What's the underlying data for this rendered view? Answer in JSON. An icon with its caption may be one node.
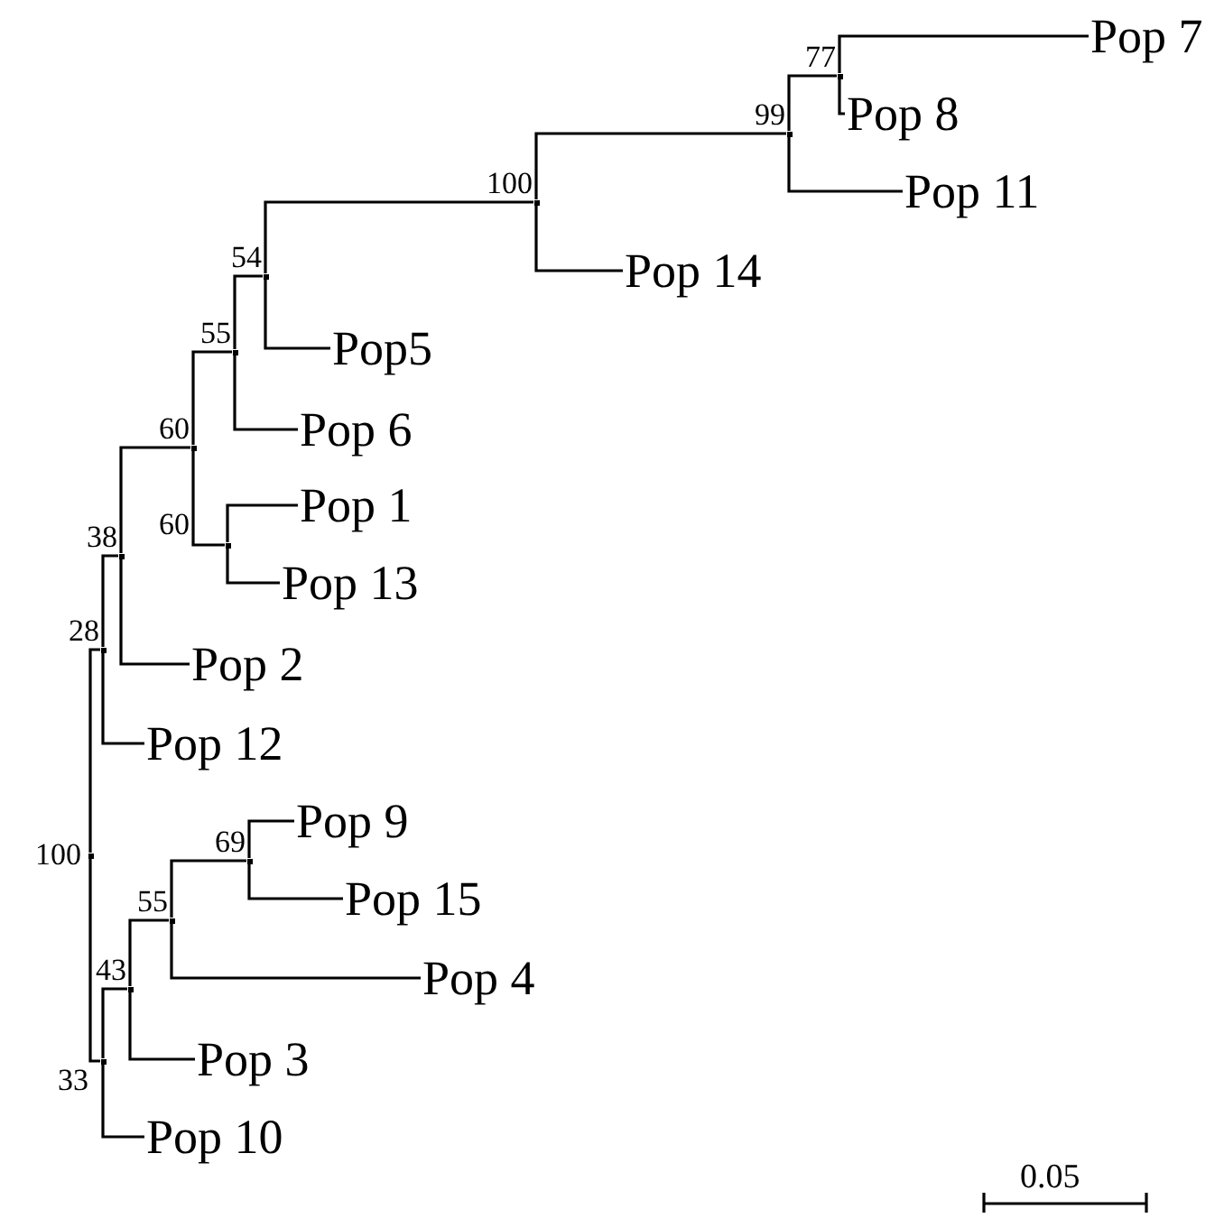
{
  "diagram": {
    "nodes": [
      {
        "text": [],
        "shape": "point",
        "beside": [
          "100"
        ]
      },
      {
        "text": [],
        "shape": "point",
        "beside": [
          "28"
        ]
      },
      {
        "text": [],
        "shape": "point",
        "beside": [
          "38"
        ]
      },
      {
        "text": [],
        "shape": "point",
        "beside": [
          "60"
        ]
      },
      {
        "text": [],
        "shape": "point",
        "beside": [
          "55"
        ]
      },
      {
        "text": [],
        "shape": "point",
        "beside": [
          "54"
        ]
      },
      {
        "text": [],
        "shape": "point",
        "beside": [
          "100"
        ]
      },
      {
        "text": [],
        "shape": "point",
        "beside": [
          "99"
        ]
      },
      {
        "text": [],
        "shape": "point",
        "beside": [
          "77"
        ]
      },
      {
        "text": [
          "Pop 7"
        ]
      },
      {
        "text": [
          "Pop 8"
        ]
      },
      {
        "text": [
          "Pop 11"
        ]
      },
      {
        "text": [
          "Pop 14"
        ]
      },
      {
        "text": [
          "Pop5"
        ]
      },
      {
        "text": [
          "Pop 6"
        ]
      },
      {
        "text": [],
        "shape": "point",
        "beside": [
          "60"
        ]
      },
      {
        "text": [
          "Pop 1"
        ]
      },
      {
        "text": [
          "Pop 13"
        ]
      },
      {
        "text": [
          "Pop 2"
        ]
      },
      {
        "text": [
          "Pop 12"
        ]
      },
      {
        "text": [],
        "shape": "point",
        "beside": [
          "33"
        ]
      },
      {
        "text": [],
        "shape": "point",
        "beside": [
          "43"
        ]
      },
      {
        "text": [],
        "shape": "point",
        "beside": [
          "55"
        ]
      },
      {
        "text": [],
        "shape": "point",
        "beside": [
          "69"
        ]
      },
      {
        "text": [
          "Pop 9"
        ]
      },
      {
        "text": [
          "Pop 15"
        ]
      },
      {
        "text": [
          "Pop 4"
        ]
      },
      {
        "text": [
          "Pop 3"
        ]
      },
      {
        "text": [
          "Pop 10"
        ]
      }
    ],
    "edges": [
      {
        "from": 0,
        "to": 1,
        "arrow": "none"
      },
      {
        "from": 0,
        "to": 20,
        "arrow": "none"
      },
      {
        "from": 1,
        "to": 2,
        "arrow": "none"
      },
      {
        "from": 1,
        "to": 19,
        "arrow": "none"
      },
      {
        "from": 2,
        "to": 3,
        "arrow": "none"
      },
      {
        "from": 2,
        "to": 18,
        "arrow": "none"
      },
      {
        "from": 3,
        "to": 4,
        "arrow": "none"
      },
      {
        "from": 3,
        "to": 15,
        "arrow": "none"
      },
      {
        "from": 4,
        "to": 5,
        "arrow": "none"
      },
      {
        "from": 4,
        "to": 14,
        "arrow": "none"
      },
      {
        "from": 5,
        "to": 6,
        "arrow": "none"
      },
      {
        "from": 5,
        "to": 13,
        "arrow": "none"
      },
      {
        "from": 6,
        "to": 7,
        "arrow": "none"
      },
      {
        "from": 6,
        "to": 12,
        "arrow": "none"
      },
      {
        "from": 7,
        "to": 8,
        "arrow": "none"
      },
      {
        "from": 7,
        "to": 11,
        "arrow": "none"
      },
      {
        "from": 8,
        "to": 9,
        "arrow": "none"
      },
      {
        "from": 8,
        "to": 10,
        "arrow": "none"
      },
      {
        "from": 15,
        "to": 16,
        "arrow": "none"
      },
      {
        "from": 15,
        "to": 17,
        "arrow": "none"
      },
      {
        "from": 20,
        "to": 21,
        "arrow": "none"
      },
      {
        "from": 20,
        "to": 28,
        "arrow": "none"
      },
      {
        "from": 21,
        "to": 22,
        "arrow": "none"
      },
      {
        "from": 21,
        "to": 27,
        "arrow": "none"
      },
      {
        "from": 22,
        "to": 23,
        "arrow": "none"
      },
      {
        "from": 22,
        "to": 26,
        "arrow": "none"
      },
      {
        "from": 23,
        "to": 24,
        "arrow": "none"
      },
      {
        "from": 23,
        "to": 25,
        "arrow": "none"
      }
    ],
    "labels": [
      "0.05"
    ]
  }
}
